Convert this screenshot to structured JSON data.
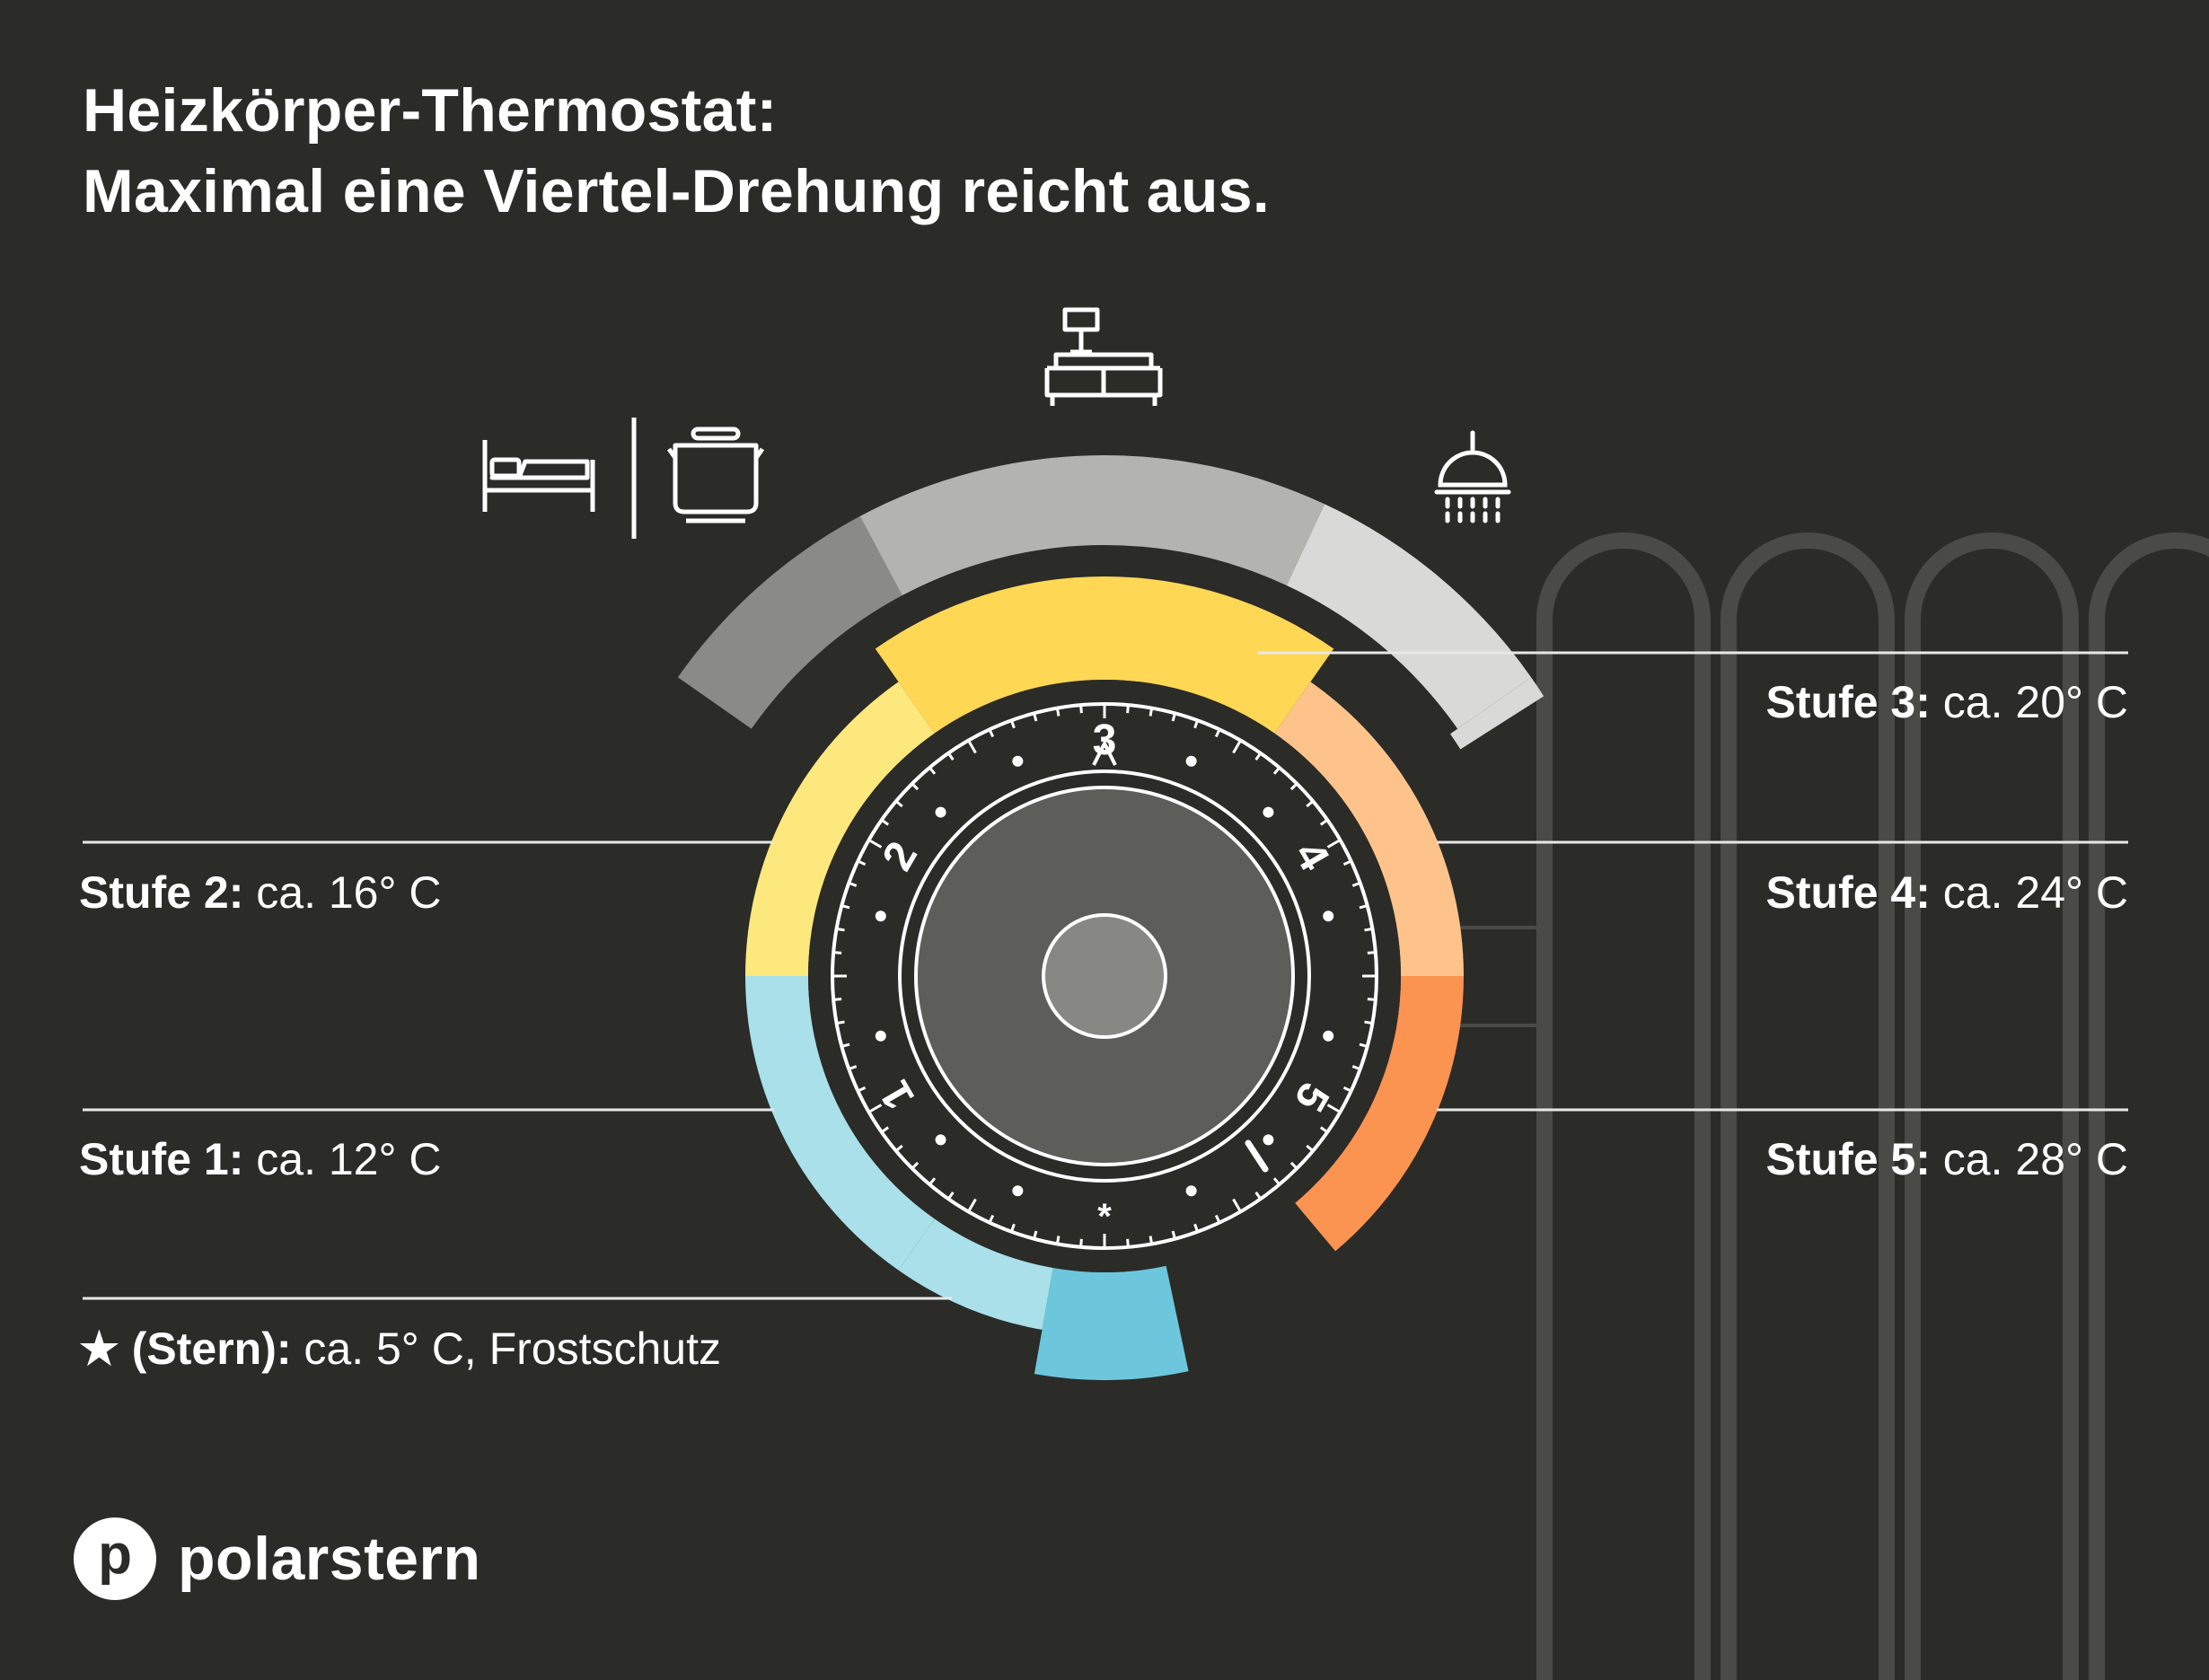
{
  "title": {
    "line1": "Heizkörper-Thermostat:",
    "line2": "Maximal eine Viertel-Drehung reicht aus."
  },
  "rooms": [
    {
      "icon": "bed-icon",
      "room": "bedroom"
    },
    {
      "icon": "cooking-pot-icon",
      "room": "kitchen"
    },
    {
      "icon": "sofa-lamp-icon",
      "room": "living-room"
    },
    {
      "icon": "shower-icon",
      "room": "bathroom"
    }
  ],
  "levels": [
    {
      "key": "stern",
      "name": "(Stern):",
      "text": "ca. 5° C, Frostschutz",
      "color": "#6cc7dc"
    },
    {
      "key": "1",
      "name": "Stufe 1:",
      "text": "ca. 12° C",
      "color": "#a9e0ea"
    },
    {
      "key": "2",
      "name": "Stufe 2:",
      "text": "ca. 16° C",
      "color": "#fde87e"
    },
    {
      "key": "3",
      "name": "Stufe 3:",
      "text": "ca. 20° C",
      "color": "#fed755"
    },
    {
      "key": "4",
      "name": "Stufe 4:",
      "text": "ca. 24° C",
      "color": "#fec38a"
    },
    {
      "key": "5",
      "name": "Stufe 5:",
      "text": "ca. 28° C",
      "color": "#fb9351"
    }
  ],
  "star_symbol": "★",
  "dial": {
    "numbers": [
      "1",
      "2",
      "3",
      "4",
      "5"
    ],
    "star": "*"
  },
  "room_band_colors": [
    "#8a8a87",
    "#b3b3b0",
    "#d9d9d7"
  ],
  "brand": {
    "mark": "p",
    "name": "polarstern"
  }
}
